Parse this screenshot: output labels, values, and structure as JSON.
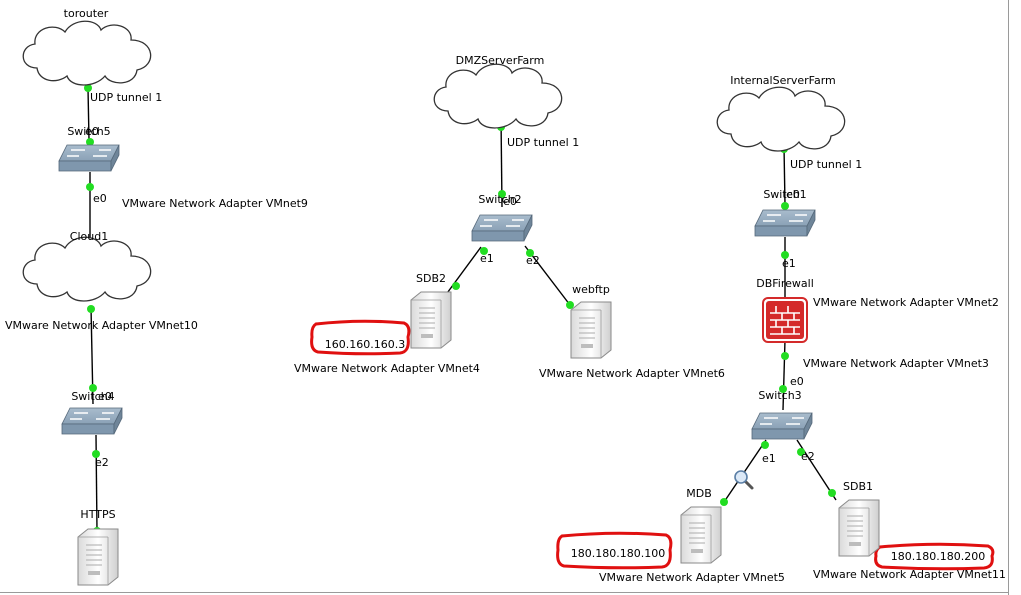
{
  "colors": {
    "link": "#000000",
    "port": "#22dd22",
    "cloud_stroke": "#333333",
    "switch_fill": "#7f97ad",
    "firewall": "#d42a2a",
    "annotation": "#e01010"
  },
  "icons": {
    "cloud": "cloud-icon",
    "switch": "switch-icon",
    "server": "server-icon",
    "firewall": "firewall-icon",
    "capture": "magnifier-icon"
  },
  "nodes": [
    {
      "id": "torouter",
      "type": "cloud",
      "label": "torouter"
    },
    {
      "id": "switch5",
      "type": "switch",
      "label": "Switch5"
    },
    {
      "id": "cloud1",
      "type": "cloud",
      "label": "Cloud1"
    },
    {
      "id": "switch4",
      "type": "switch",
      "label": "Switch4"
    },
    {
      "id": "https",
      "type": "server",
      "label": "HTTPS"
    },
    {
      "id": "dmzserverfarm",
      "type": "cloud",
      "label": "DMZServerFarm"
    },
    {
      "id": "switch2",
      "type": "switch",
      "label": "Switch2"
    },
    {
      "id": "sdb2",
      "type": "server",
      "label": "SDB2"
    },
    {
      "id": "webftp",
      "type": "server",
      "label": "webftp"
    },
    {
      "id": "internalserverfarm",
      "type": "cloud",
      "label": "InternalServerFarm"
    },
    {
      "id": "switch1",
      "type": "switch",
      "label": "Switch1"
    },
    {
      "id": "dbfirewall",
      "type": "firewall",
      "label": "DBFirewall"
    },
    {
      "id": "switch3",
      "type": "switch",
      "label": "Switch3"
    },
    {
      "id": "mdb",
      "type": "server",
      "label": "MDB"
    },
    {
      "id": "sdb1",
      "type": "server",
      "label": "SDB1"
    }
  ],
  "links": [
    {
      "from": "torouter",
      "to": "switch5",
      "labels": [
        "UDP tunnel 1",
        "e0"
      ]
    },
    {
      "from": "switch5",
      "to": "cloud1",
      "labels": [
        "e0",
        "VMware Network Adapter VMnet9"
      ]
    },
    {
      "from": "cloud1",
      "to": "switch4",
      "labels": [
        "VMware Network Adapter VMnet10",
        "e0"
      ]
    },
    {
      "from": "switch4",
      "to": "https",
      "labels": [
        "e2"
      ]
    },
    {
      "from": "dmzserverfarm",
      "to": "switch2",
      "labels": [
        "UDP tunnel 1",
        "e0"
      ]
    },
    {
      "from": "switch2",
      "to": "sdb2",
      "labels": [
        "e1",
        "VMware Network Adapter VMnet4"
      ]
    },
    {
      "from": "switch2",
      "to": "webftp",
      "labels": [
        "e2",
        "VMware Network Adapter VMnet6"
      ]
    },
    {
      "from": "internalserverfarm",
      "to": "switch1",
      "labels": [
        "UDP tunnel 1",
        "e0"
      ]
    },
    {
      "from": "switch1",
      "to": "dbfirewall",
      "labels": [
        "e1",
        "VMware Network Adapter VMnet2"
      ]
    },
    {
      "from": "dbfirewall",
      "to": "switch3",
      "labels": [
        "VMware Network Adapter VMnet3",
        "e0"
      ]
    },
    {
      "from": "switch3",
      "to": "mdb",
      "labels": [
        "e1",
        "VMware Network Adapter VMnet5"
      ]
    },
    {
      "from": "switch3",
      "to": "sdb1",
      "labels": [
        "e2",
        "VMware Network Adapter VMnet11"
      ]
    }
  ],
  "annotations": [
    {
      "node": "sdb2",
      "text": "160.160.160.3"
    },
    {
      "node": "mdb",
      "text": "180.180.180.100"
    },
    {
      "node": "sdb1",
      "text": "180.180.180.200"
    }
  ]
}
